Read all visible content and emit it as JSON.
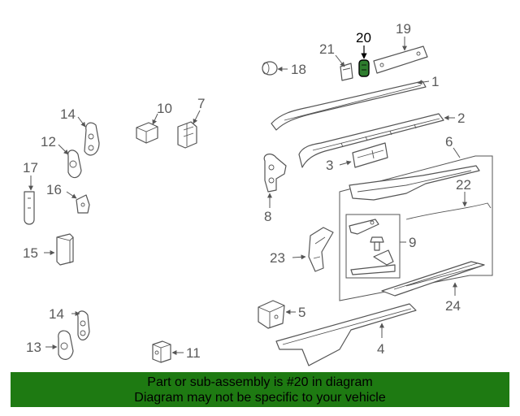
{
  "diagram": {
    "callouts": {
      "c1": "1",
      "c2": "2",
      "c3": "3",
      "c4": "4",
      "c5": "5",
      "c6": "6",
      "c7": "7",
      "c8": "8",
      "c9": "9",
      "c10": "10",
      "c11": "11",
      "c12": "12",
      "c13": "13",
      "c14a": "14",
      "c14b": "14",
      "c15": "15",
      "c16": "16",
      "c17": "17",
      "c18": "18",
      "c19": "19",
      "c20": "20",
      "c21": "21",
      "c22": "22",
      "c23": "23",
      "c24": "24"
    },
    "highlight_color": "#2e7d2e"
  },
  "banner": {
    "line1": "Part or sub-assembly is #20 in diagram",
    "line2": "Diagram may not be specific to your vehicle",
    "background": "#1e7a12"
  }
}
